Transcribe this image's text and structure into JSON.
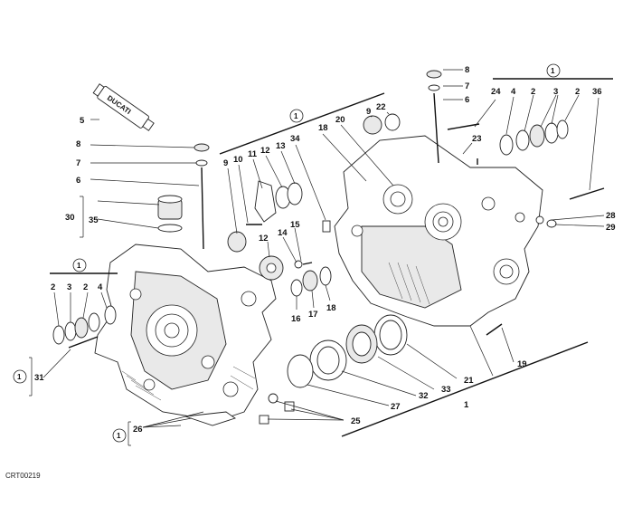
{
  "diagram": {
    "code": "CRT00219",
    "group_ref": "1",
    "tube_brand": "DUCATI",
    "labels": {
      "l8a": "8",
      "l7a": "7",
      "l6a": "6",
      "l5": "5",
      "l30": "30",
      "l35": "35",
      "l9a": "9",
      "l10": "10",
      "l11": "11",
      "l12a": "12",
      "l13": "13",
      "l34": "34",
      "l18a": "18",
      "l20": "20",
      "l9b": "9",
      "l22": "22",
      "l8b": "8",
      "l7b": "7",
      "l6b": "6",
      "l24": "24",
      "l4a": "4",
      "l2a": "2",
      "l3a": "3",
      "l2b": "2",
      "l36": "36",
      "l23": "23",
      "l28": "28",
      "l29": "29",
      "l15": "15",
      "l14": "14",
      "l12b": "12",
      "l16": "16",
      "l17": "17",
      "l18b": "18",
      "l2c": "2",
      "l3b": "3",
      "l2d": "2",
      "l4b": "4",
      "l31": "31",
      "l19": "19",
      "l21": "21",
      "l33": "33",
      "l32": "32",
      "l27": "27",
      "l1": "1",
      "l26": "26",
      "l25": "25"
    }
  }
}
